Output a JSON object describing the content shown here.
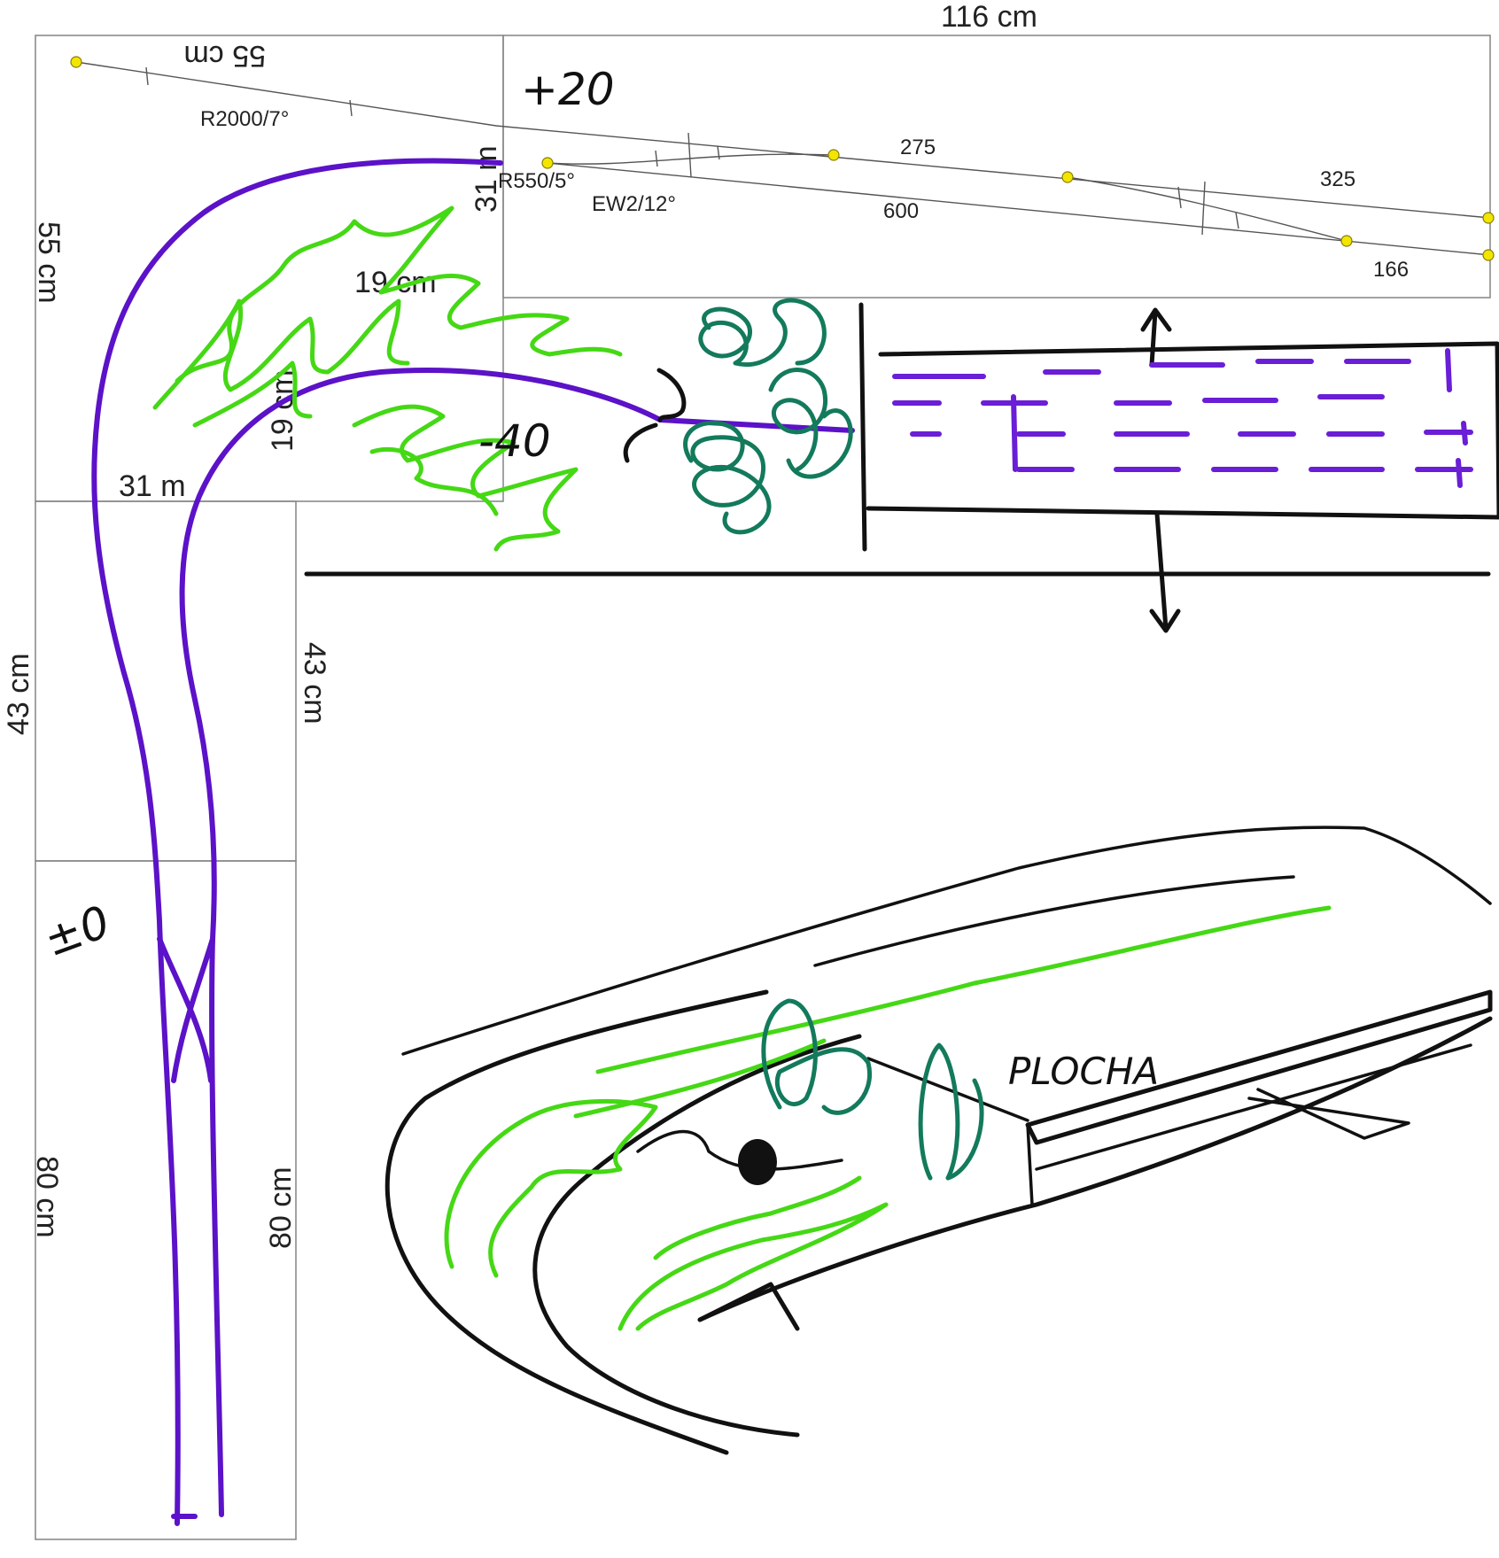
{
  "dimensions": {
    "top_width": "116 cm",
    "top_left_width": "55 cm",
    "left_height": "55 cm",
    "inner_vertical": "31 m",
    "inner_horizontal": "19 cm",
    "inner_vertical_2": "19 cm",
    "left_mid_label": "31 m",
    "segment_43_left": "43 cm",
    "segment_43_right": "43 cm",
    "segment_80_left": "80 cm",
    "segment_80_right": "80 cm"
  },
  "track_labels": {
    "curve_1": "R2000/7°",
    "curve_2": "R550/5°",
    "turnout": "EW2/12°",
    "len_275": "275",
    "len_325": "325",
    "len_600": "600",
    "len_166": "166"
  },
  "annotations": {
    "elevation_up": "+20",
    "elevation_down": "-40",
    "elevation_zero": "±0",
    "sketch_label": "PLOCHA"
  },
  "colors": {
    "track_purple": "#5b12c8",
    "grass_lime": "#45d815",
    "trees_dark_green": "#137a5c",
    "ink": "#111111",
    "node_yellow": "#f2e600"
  }
}
